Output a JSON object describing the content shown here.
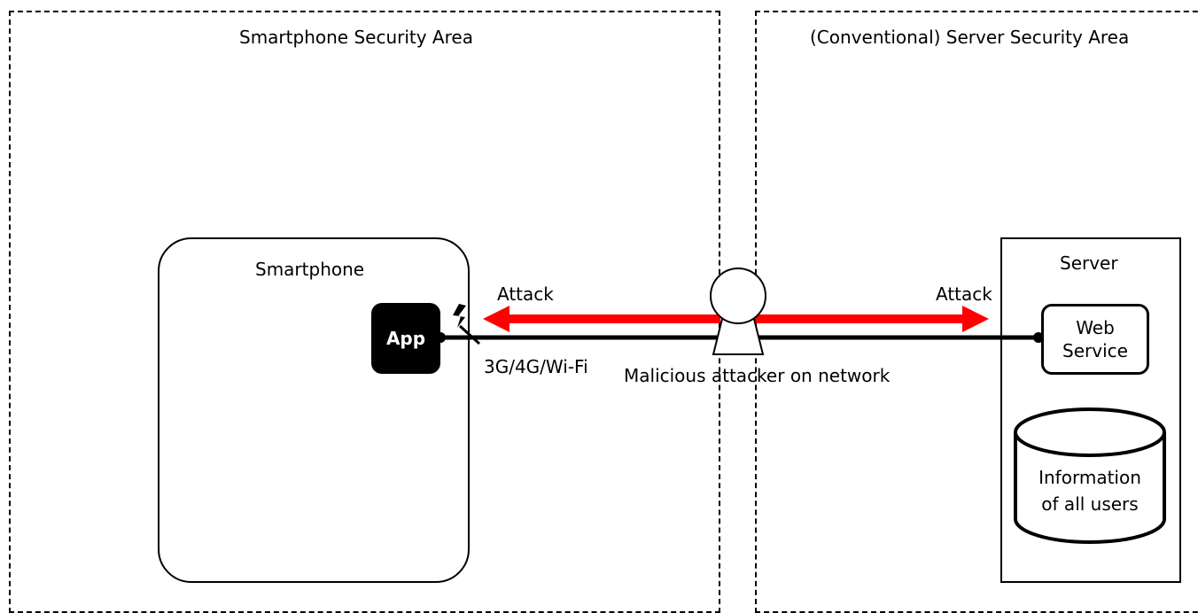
{
  "zones": {
    "left_title": "Smartphone Security Area",
    "right_title": "(Conventional) Server Security Area"
  },
  "smartphone": {
    "label": "Smartphone",
    "app_label": "App",
    "connection_label": "3G/4G/Wi-Fi"
  },
  "attacker": {
    "label": "Malicious attacker on network",
    "attack_left_label": "Attack",
    "attack_right_label": "Attack"
  },
  "server": {
    "label": "Server",
    "web_service_line1": "Web",
    "web_service_line2": "Service",
    "database_line1": "Information",
    "database_line2": "of all users"
  },
  "colors": {
    "attack_arrow": "#ff0000",
    "line": "#000000"
  }
}
